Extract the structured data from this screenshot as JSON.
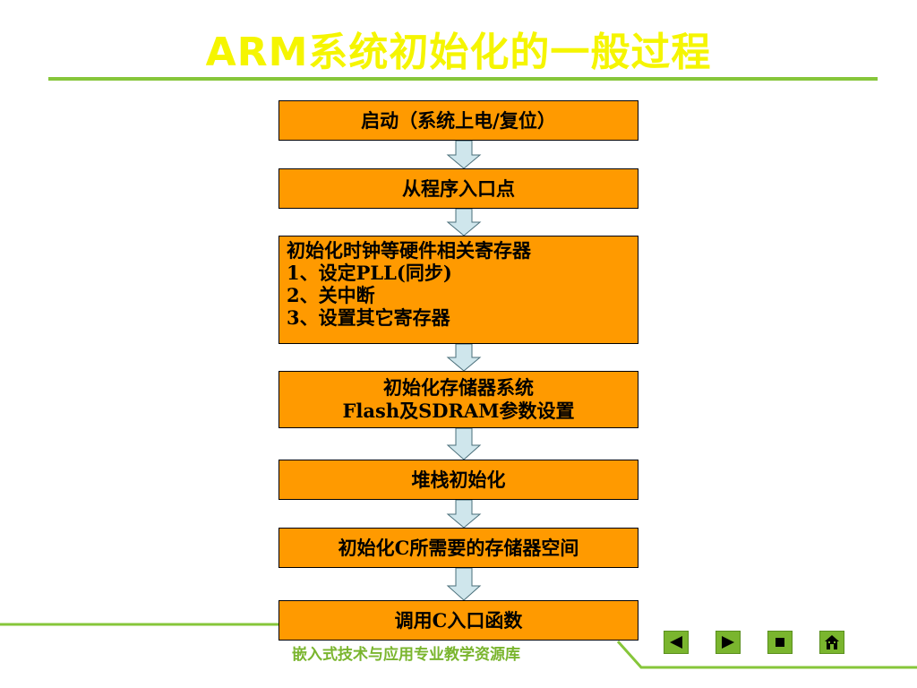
{
  "title": "ARM系统初始化的一般过程",
  "steps": [
    {
      "lines": [
        "启动（系统上电/复位）"
      ]
    },
    {
      "lines": [
        "从程序入口点"
      ]
    },
    {
      "lines": [
        "初始化时钟等硬件相关寄存器",
        "1、设定PLL(同步)",
        "2、关中断",
        "3、设置其它寄存器"
      ]
    },
    {
      "lines": [
        "初始化存储器系统",
        "Flash及SDRAM参数设置"
      ]
    },
    {
      "lines": [
        "堆栈初始化"
      ]
    },
    {
      "lines": [
        "初始化C所需要的存储器空间"
      ]
    },
    {
      "lines": [
        "调用C入口函数"
      ]
    }
  ],
  "footer": {
    "text": "嵌入式技术与应用专业教学资源库"
  },
  "nav": {
    "buttons": [
      "previous",
      "next",
      "stop",
      "home"
    ]
  },
  "colors": {
    "title": "#f5f500",
    "box_fill": "#ff9a00",
    "arrow_fill": "#cfe6ec",
    "accent_green": "#86c63a",
    "nav_green": "#7ab52e"
  }
}
